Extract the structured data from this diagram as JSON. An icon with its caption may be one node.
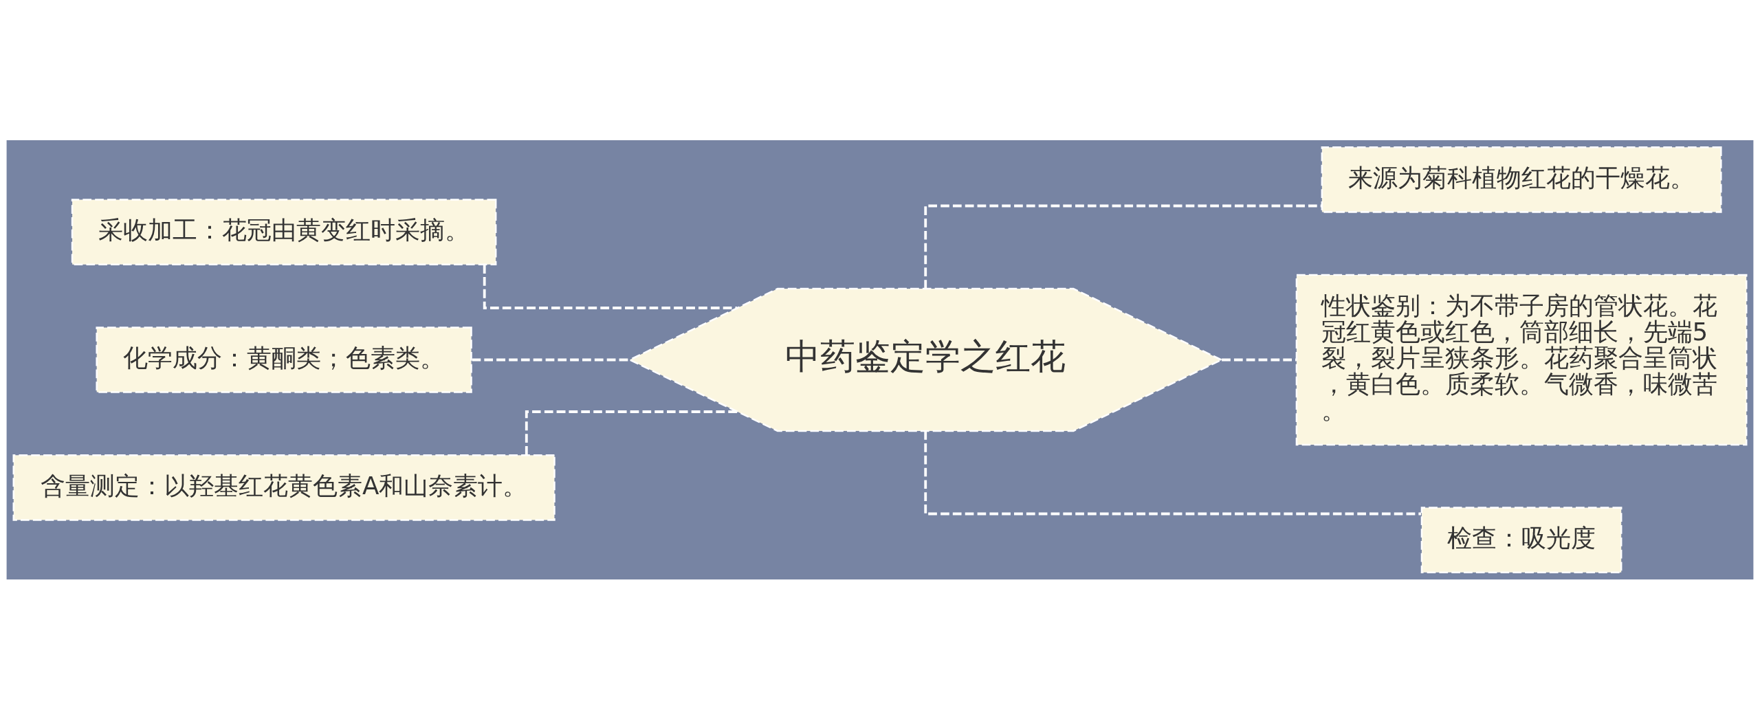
{
  "diagram": {
    "nodes": [
      {
        "text": [
          "中药鉴定学之红花"
        ]
      },
      {
        "text": [
          "采收加工：花冠由黄变红时采摘。"
        ]
      },
      {
        "text": [
          "化学成分：黄酮类；色素类。"
        ]
      },
      {
        "text": [
          "含量测定：以羟基红花黄色素A和山奈素计。"
        ]
      },
      {
        "text": [
          "来源为菊科植物红花的干燥花。"
        ]
      },
      {
        "text": [
          "性状鉴别：为不带子房的管状花。花冠红黄色或红色，筒部细长，先端5裂，裂片呈狭条形。花药聚合呈筒状，黄白色。质柔软。气微香，味微苦。"
        ]
      },
      {
        "text": [
          "检查：吸光度"
        ]
      }
    ],
    "edges": [
      {
        "from": 1,
        "to": 0,
        "arrow": "none",
        "style": "dashed"
      },
      {
        "from": 2,
        "to": 0,
        "arrow": "none",
        "style": "dashed"
      },
      {
        "from": 3,
        "to": 0,
        "arrow": "none",
        "style": "dashed"
      },
      {
        "from": 0,
        "to": 4,
        "arrow": "none",
        "style": "dashed"
      },
      {
        "from": 0,
        "to": 5,
        "arrow": "none",
        "style": "dashed"
      },
      {
        "from": 0,
        "to": 6,
        "arrow": "none",
        "style": "dashed"
      }
    ]
  }
}
